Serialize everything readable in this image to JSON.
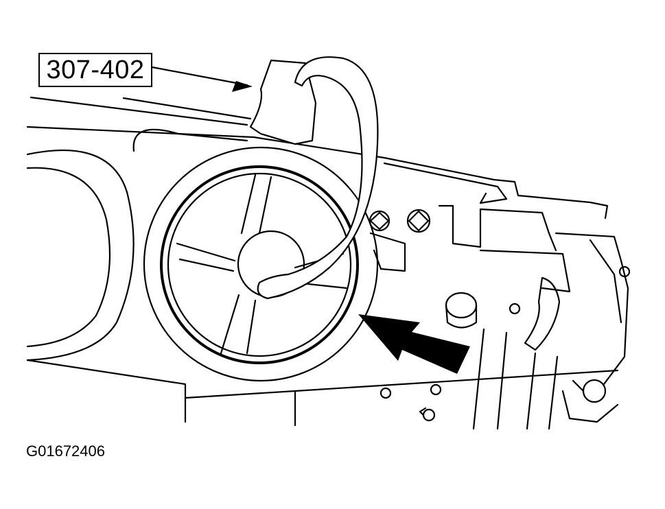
{
  "callout": {
    "label": "307-402",
    "target": "special-tool"
  },
  "figure": {
    "id": "G01672406"
  },
  "colors": {
    "line": "#000000",
    "background": "#ffffff"
  }
}
